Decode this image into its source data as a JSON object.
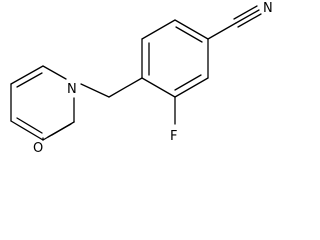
{
  "structure": {
    "atoms": {
      "nitrile_n": "N",
      "ring_n": "N",
      "fluorine": "F",
      "carbonyl_o": "O"
    },
    "colors": {
      "ink": "#000000",
      "background": "#ffffff"
    }
  }
}
